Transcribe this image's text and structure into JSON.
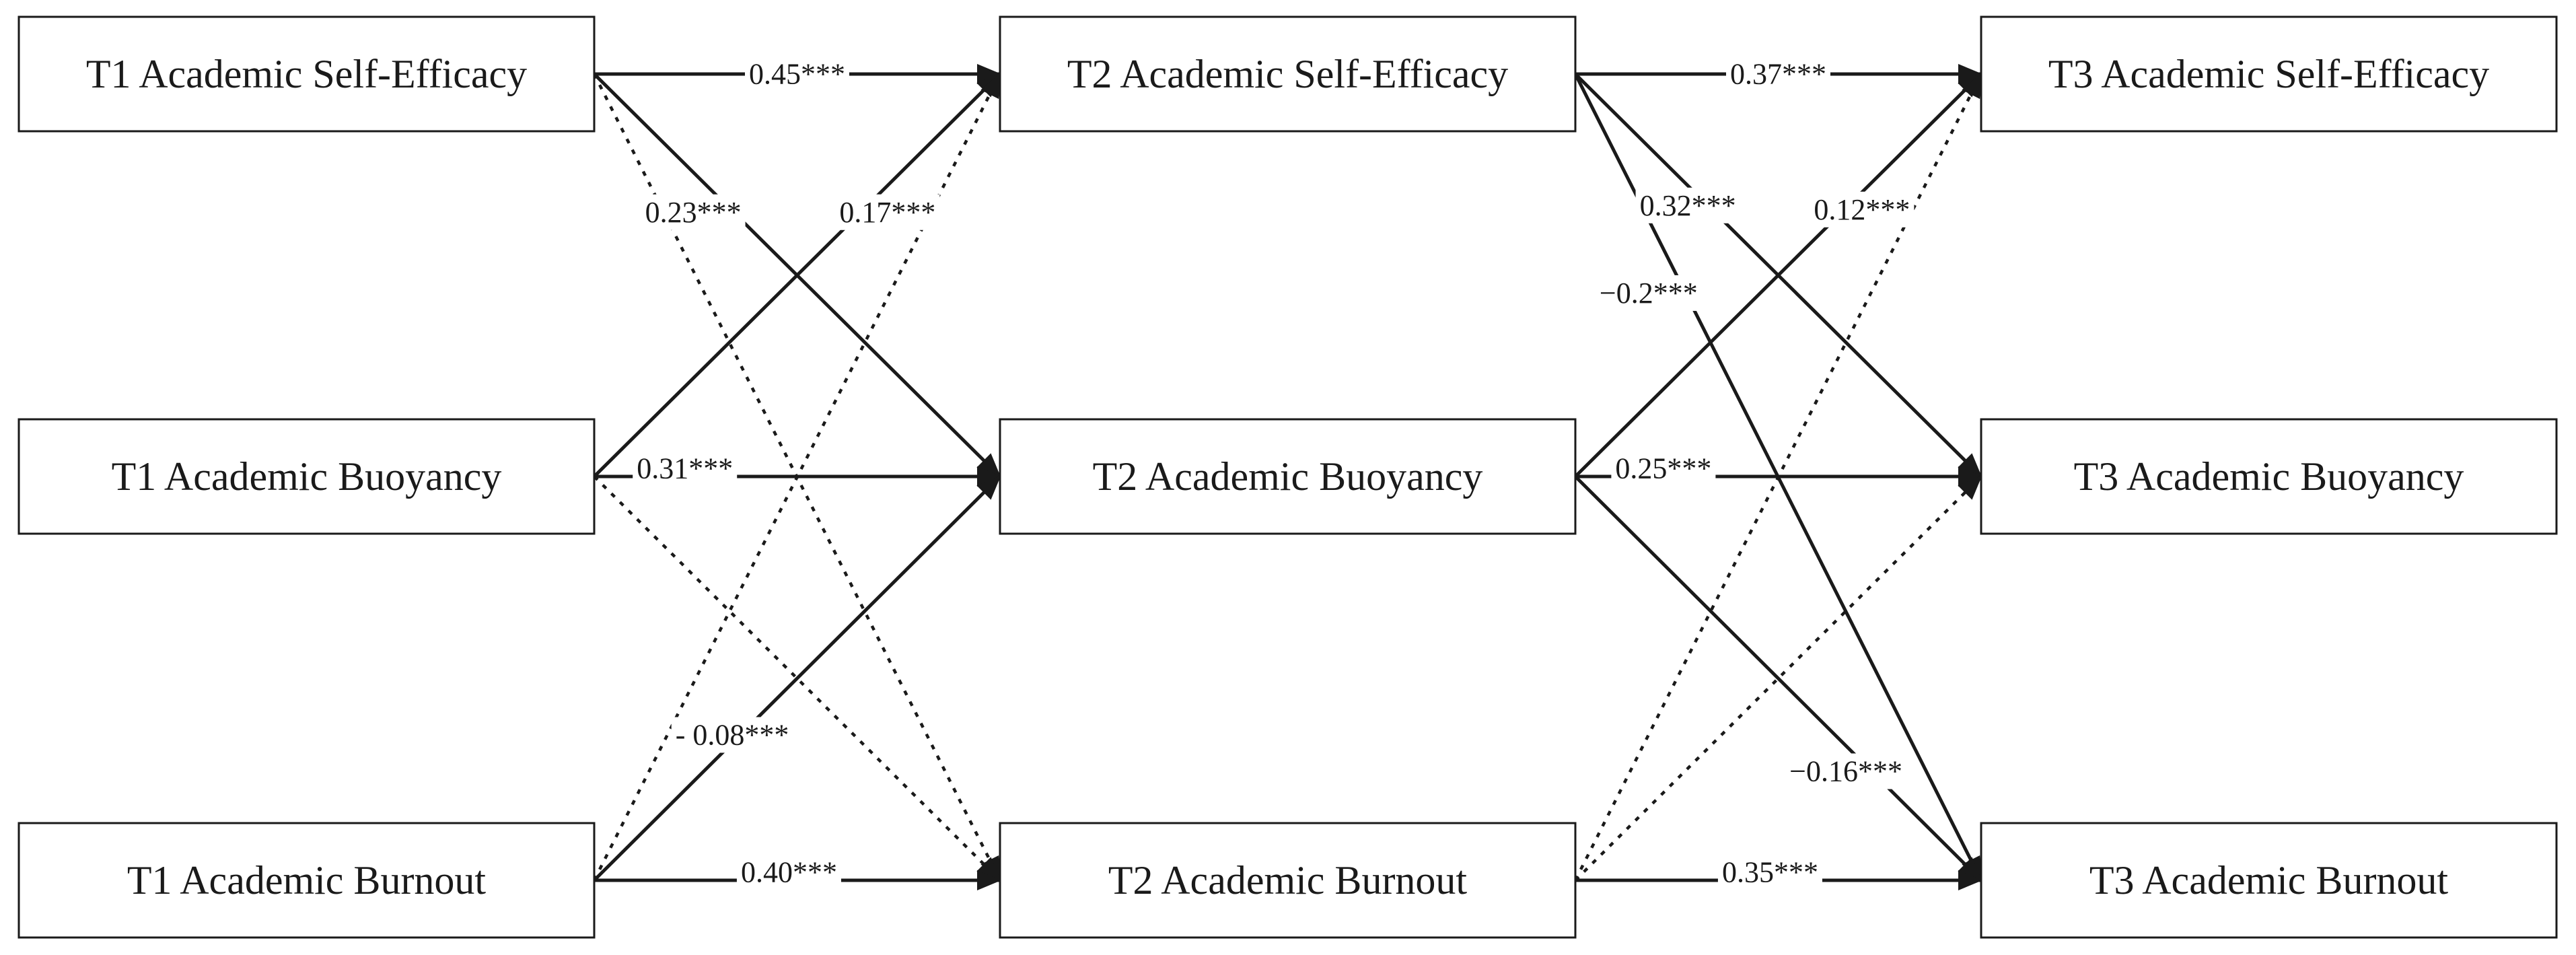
{
  "nodes": [
    {
      "id": "t1_ase",
      "label": "T1 Academic Self-Efficacy"
    },
    {
      "id": "t2_ase",
      "label": "T2 Academic Self-Efficacy"
    },
    {
      "id": "t3_ase",
      "label": "T3 Academic Self-Efficacy"
    },
    {
      "id": "t1_ab",
      "label": "T1 Academic Buoyancy"
    },
    {
      "id": "t2_ab",
      "label": "T2 Academic Buoyancy"
    },
    {
      "id": "t3_ab",
      "label": "T3 Academic Buoyancy"
    },
    {
      "id": "t1_abo",
      "label": "T1 Academic Burnout"
    },
    {
      "id": "t2_abo",
      "label": "T2 Academic Burnout"
    },
    {
      "id": "t3_abo",
      "label": "T3 Academic Burnout"
    }
  ],
  "edges": [
    {
      "from": "t1_ase",
      "to": "t2_ase",
      "style": "solid",
      "label": "0.45***"
    },
    {
      "from": "t1_ase",
      "to": "t2_ab",
      "style": "solid",
      "label": "0.23***"
    },
    {
      "from": "t1_ase",
      "to": "t2_abo",
      "style": "dotted",
      "label": ""
    },
    {
      "from": "t1_ab",
      "to": "t2_ase",
      "style": "solid",
      "label": "0.17***"
    },
    {
      "from": "t1_ab",
      "to": "t2_ab",
      "style": "solid",
      "label": "0.31***"
    },
    {
      "from": "t1_ab",
      "to": "t2_abo",
      "style": "dotted",
      "label": ""
    },
    {
      "from": "t1_abo",
      "to": "t2_ase",
      "style": "dotted",
      "label": ""
    },
    {
      "from": "t1_abo",
      "to": "t2_ab",
      "style": "solid",
      "label": "- 0.08***"
    },
    {
      "from": "t1_abo",
      "to": "t2_abo",
      "style": "solid",
      "label": "0.40***"
    },
    {
      "from": "t2_ase",
      "to": "t3_ase",
      "style": "solid",
      "label": "0.37***"
    },
    {
      "from": "t2_ase",
      "to": "t3_ab",
      "style": "solid",
      "label": "0.32***"
    },
    {
      "from": "t2_ase",
      "to": "t3_abo",
      "style": "solid",
      "label": "−0.2***"
    },
    {
      "from": "t2_ab",
      "to": "t3_ase",
      "style": "solid",
      "label": "0.12***"
    },
    {
      "from": "t2_ab",
      "to": "t3_ab",
      "style": "solid",
      "label": "0.25***"
    },
    {
      "from": "t2_ab",
      "to": "t3_abo",
      "style": "solid",
      "label": "−0.16***"
    },
    {
      "from": "t2_abo",
      "to": "t3_ase",
      "style": "dotted",
      "label": ""
    },
    {
      "from": "t2_abo",
      "to": "t3_ab",
      "style": "dotted",
      "label": ""
    },
    {
      "from": "t2_abo",
      "to": "t3_abo",
      "style": "solid",
      "label": "0.35***"
    }
  ]
}
